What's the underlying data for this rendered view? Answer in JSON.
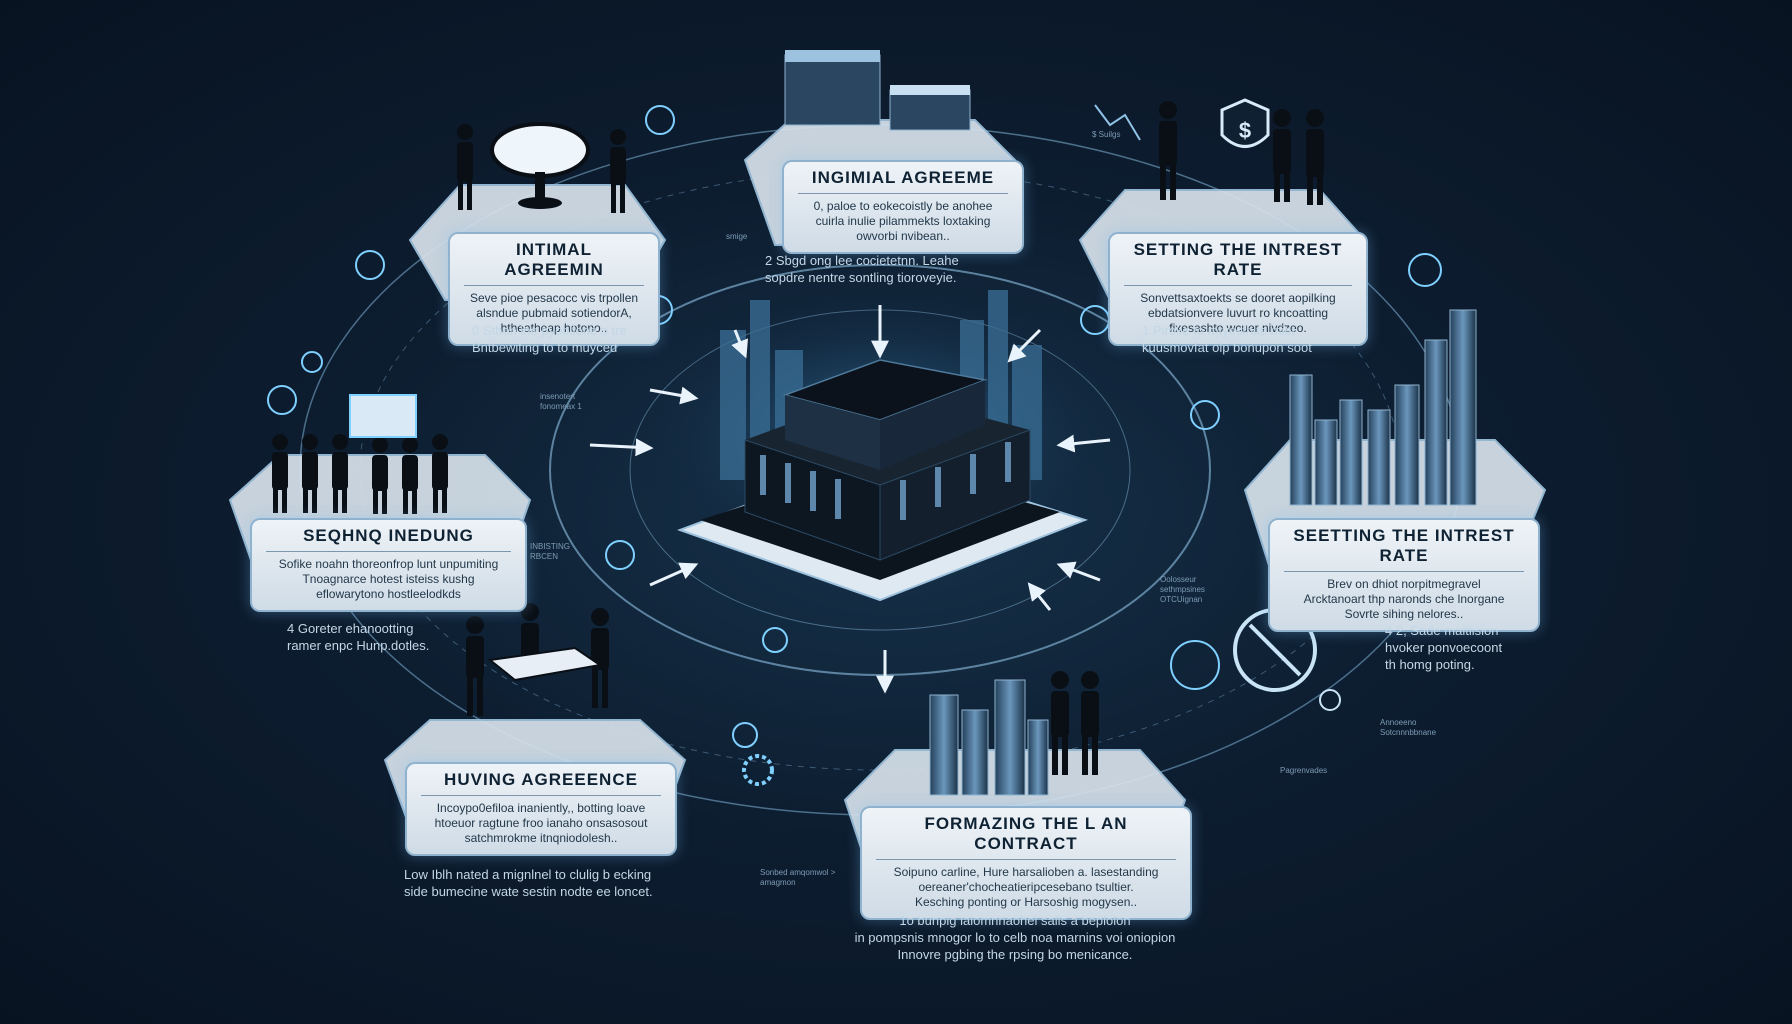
{
  "stages": [
    {
      "id": "top-left",
      "title": "INTIMAL AGREEMIN",
      "text": [
        "Seve pioe pesacocc vis trpollen",
        "alsndue pubmaid sotiendorA,",
        "htheatheap hotono.."
      ]
    },
    {
      "id": "top-center",
      "title": "INGIMIAL AGREEME",
      "text": [
        "0, paloe to eokecoistly be anohee",
        "cuirla inulie pilammekts loxtaking",
        "owvorbi nvibean.."
      ]
    },
    {
      "id": "top-right",
      "title": "SETTING THE INTREST RATE",
      "text": [
        "Sonvettsaxtoekts se dooret aopilking",
        "ebdatsionvere luvurt ro kncoatting",
        "fixesashto wcuer nivdzeo."
      ]
    },
    {
      "id": "mid-left",
      "title": "SEQHNQ INEDUNG",
      "text": [
        "Sofike noahn thoreonfrop lunt unpumiting",
        "Tnoagnarce hotest isteiss kushg",
        "eflowarytono hostleelodkds"
      ]
    },
    {
      "id": "mid-right",
      "title": "SEETTING THE INTREST RATE",
      "text": [
        "Brev on dhiot norpitmegravel",
        "Arcktanoart thp naronds che lnorgane",
        "Sovrte sihing nelores.."
      ]
    },
    {
      "id": "bottom-left",
      "title": "HUVING AGREEENCE",
      "text": [
        "Incoypo0efiloa inaniently,, botting loave",
        "htoeuor ragtune froo ianaho onsasosout",
        "satchmrokme itnqniodolesh.."
      ]
    },
    {
      "id": "bottom-center",
      "title": "FORMAZING THE L AN CONTRACT",
      "text": [
        "Soipuno carline, Hure harsalioben a. lasestanding",
        "oereaner'chocheatieripcesebano tsultier.",
        "Kesching ponting or Harsoshig mogysen.."
      ]
    }
  ],
  "notes": [
    {
      "id": "note-2",
      "lines": [
        "2  Sbgd ong lee cocietetnn. Leahe",
        "sopdre nentre sontling tioroveyie."
      ]
    },
    {
      "id": "note-1-left",
      "lines": [
        "0  Stbon ine pyoblione o tre",
        "Bntbewiting to to muyced"
      ]
    },
    {
      "id": "note-1-right",
      "lines": [
        "1  Piroke to mtyesthite miet",
        "kuusmovfat olp bonupon soot"
      ]
    },
    {
      "id": "note-4-left",
      "lines": [
        "4  Goreter ehanootting",
        "ramer enpc Hunp.dotles."
      ]
    },
    {
      "id": "note-4-right",
      "lines": [
        "4  2,  Sade maitlision",
        "hvoker ponvoecoont",
        "th homg poting."
      ]
    },
    {
      "id": "note-low",
      "lines": [
        "Low  Iblh nated a mignlnel to clulig b ecking",
        "side bumecine wate sestin nodte ee loncet."
      ]
    },
    {
      "id": "note-bottom",
      "lines": [
        "1o  bunpig ialomnriaohel salls a beplolon",
        "in pompsnis mnogor lo to celb noa marnins voi oniopion",
        "Innovre pgbing the rpsing bo menicance."
      ]
    }
  ],
  "tiny_labels": [
    {
      "id": "tiny-a",
      "text": "smige"
    },
    {
      "id": "tiny-b",
      "text": "insenotert  fonomeax 1"
    },
    {
      "id": "tiny-c",
      "text": "INBISTING RBCEN"
    },
    {
      "id": "tiny-d",
      "text": "Oolosseur sethmpsines OTCUignan"
    },
    {
      "id": "tiny-e",
      "text": "Sonbed amqomwol  > amagmon"
    },
    {
      "id": "tiny-f",
      "text": "Pagrenvades"
    },
    {
      "id": "tiny-g",
      "text": "Annoeeno Sotcnnnbbnane"
    },
    {
      "id": "tiny-h",
      "text": "$ Suilgs"
    }
  ],
  "colors": {
    "background": "#0b1a2b",
    "accent": "#6fc4f2",
    "card": "#e4ecf2",
    "silhouette": "#0a0f16",
    "building": "#3e6a8f"
  }
}
